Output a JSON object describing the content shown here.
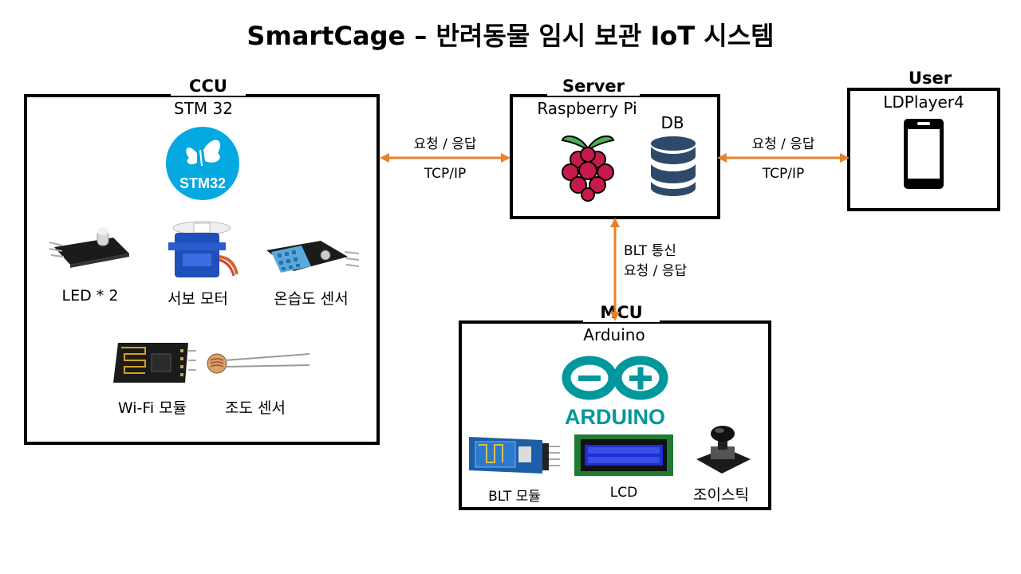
{
  "title": "SmartCage – 반려동물 임시 보관 IoT 시스템",
  "colors": {
    "arrow": "#E8822A",
    "box_border": "#000000",
    "stm_blue": "#03A9E0",
    "arduino_teal": "#00979D",
    "raspberry": "#C51A4A",
    "db_blue": "#2E4A6B"
  },
  "ccu": {
    "name": "CCU",
    "board": "STM 32",
    "logo_text": "STM32",
    "components": [
      "LED * 2",
      "서보 모터",
      "온습도 센서",
      "Wi-Fi 모듈",
      "조도 센서"
    ]
  },
  "server": {
    "name": "Server",
    "board": "Raspberry Pi",
    "db_label": "DB"
  },
  "user": {
    "name": "User",
    "device": "LDPlayer4"
  },
  "mcu": {
    "name": "MCU",
    "board": "Arduino",
    "logo_text": "ARDUINO",
    "components": [
      "BLT 모듈",
      "LCD",
      "조이스틱"
    ]
  },
  "links": {
    "ccu_server": {
      "top": "요청 / 응답",
      "bottom": "TCP/IP"
    },
    "server_user": {
      "top": "요청 / 응답",
      "bottom": "TCP/IP"
    },
    "server_mcu": {
      "line1": "BLT 통신",
      "line2": "요청 / 응답"
    }
  }
}
